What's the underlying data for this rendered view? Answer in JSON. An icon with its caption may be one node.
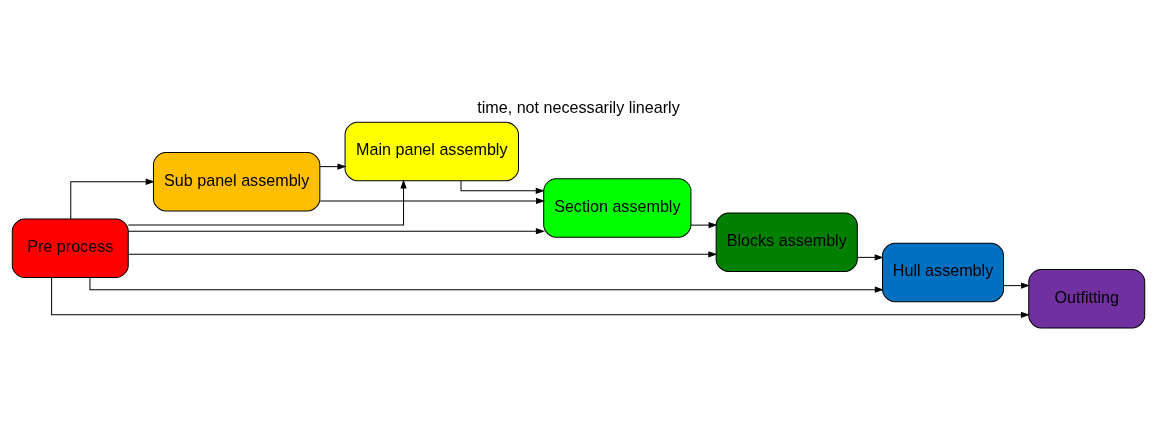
{
  "diagram": {
    "title": "time, not necessarily linearly",
    "nodes": [
      {
        "text": [
          "Pre process"
        ]
      },
      {
        "text": [
          "Sub panel assembly"
        ]
      },
      {
        "text": [
          "Main panel assembly"
        ]
      },
      {
        "text": [
          "Section assembly"
        ]
      },
      {
        "text": [
          "Blocks assembly"
        ]
      },
      {
        "text": [
          "Hull assembly"
        ]
      },
      {
        "text": [
          "Outfitting"
        ]
      }
    ],
    "edges": [
      {
        "from": 0,
        "to": 1,
        "arrow": "to"
      },
      {
        "from": 0,
        "to": 2,
        "arrow": "to"
      },
      {
        "from": 0,
        "to": 3,
        "arrow": "to"
      },
      {
        "from": 0,
        "to": 4,
        "arrow": "to"
      },
      {
        "from": 0,
        "to": 5,
        "arrow": "to"
      },
      {
        "from": 0,
        "to": 6,
        "arrow": "to"
      },
      {
        "from": 1,
        "to": 2,
        "arrow": "to"
      },
      {
        "from": 1,
        "to": 3,
        "arrow": "to"
      },
      {
        "from": 2,
        "to": 3,
        "arrow": "to"
      },
      {
        "from": 3,
        "to": 4,
        "arrow": "to"
      },
      {
        "from": 4,
        "to": 5,
        "arrow": "to"
      },
      {
        "from": 5,
        "to": 6,
        "arrow": "to"
      }
    ]
  }
}
